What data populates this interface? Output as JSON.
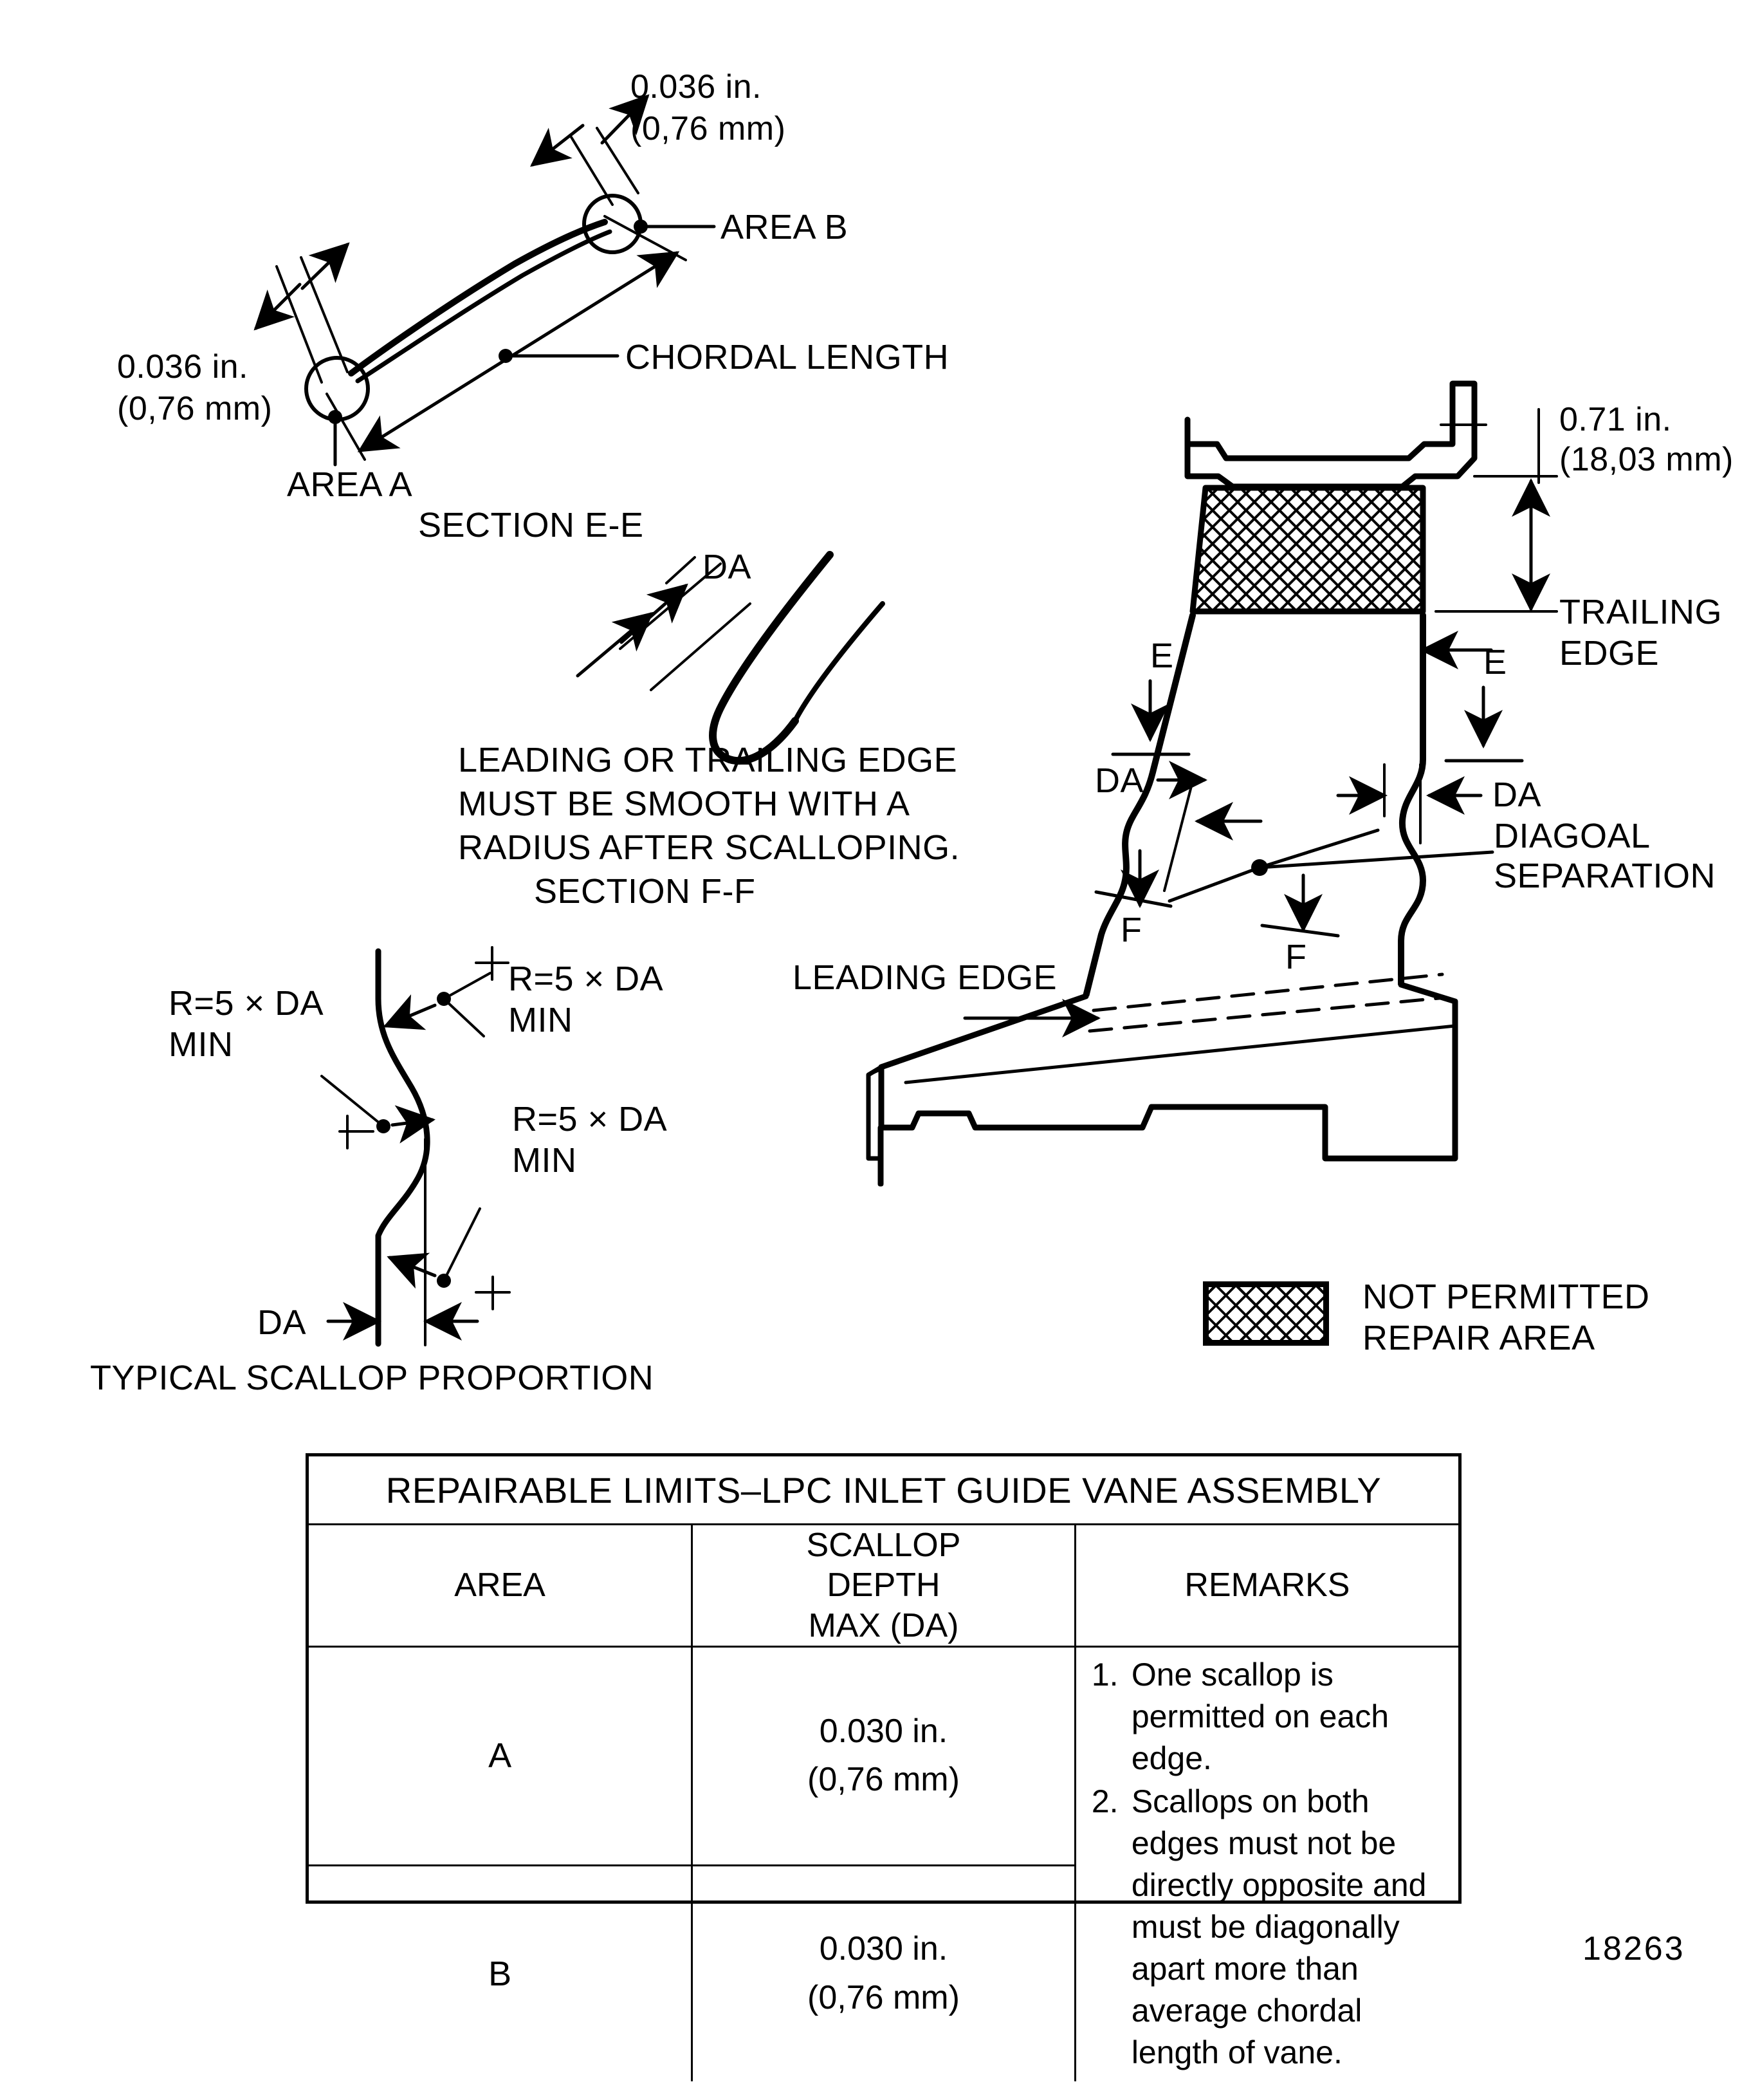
{
  "figure": {
    "number": "18263"
  },
  "section_ee": {
    "caption": "SECTION E-E",
    "area_b_label": "AREA B",
    "area_a_label": "AREA A",
    "chordal_length_label": "CHORDAL LENGTH",
    "dim_top": {
      "inch": "0.036 in.",
      "mm": "(0,76 mm)"
    },
    "dim_left": {
      "inch": "0.036 in.",
      "mm": "(0,76 mm)"
    }
  },
  "section_ff": {
    "caption": "SECTION F-F",
    "da_label": "DA",
    "note_lines": [
      "LEADING OR TRAILING EDGE",
      "MUST BE SMOOTH WITH A",
      "RADIUS AFTER SCALLOPING."
    ]
  },
  "scallop": {
    "caption": "TYPICAL SCALLOP PROPORTION",
    "radius_label_lines": [
      "R=5 × DA",
      "MIN"
    ],
    "radius_label_left_lines": [
      "R=5 × DA",
      "MIN"
    ],
    "radius_label_mid_lines": [
      "R=5 × DA",
      "MIN"
    ],
    "da_label": "DA"
  },
  "vane_assembly": {
    "height_dim": {
      "inch": "0.71 in.",
      "mm": "(18,03 mm)"
    },
    "trailing_edge_lines": [
      "TRAILING",
      "EDGE"
    ],
    "leading_edge_label": "LEADING EDGE",
    "diagonal_separation_lines": [
      "DIAGOAL",
      "SEPARATION"
    ],
    "section_marks": {
      "e_left": "E",
      "e_right": "E",
      "f_left": "F",
      "f_mid": "F"
    },
    "da_left": "DA",
    "da_right": "DA"
  },
  "legend": {
    "lines": [
      "NOT PERMITTED",
      "REPAIR AREA"
    ]
  },
  "table": {
    "title": "REPAIRABLE LIMITS–LPC INLET GUIDE VANE ASSEMBLY",
    "headers": {
      "area": "AREA",
      "depth_lines": [
        "SCALLOP",
        "DEPTH",
        "MAX  (DA)"
      ],
      "remarks": "REMARKS"
    },
    "rows": [
      {
        "area": "A",
        "depth_in": "0.030 in.",
        "depth_mm": "(0,76 mm)"
      },
      {
        "area": "B",
        "depth_in": "0.030 in.",
        "depth_mm": "(0,76 mm)"
      }
    ],
    "remarks": [
      {
        "num": "1.",
        "text": "One scallop is permitted on each edge."
      },
      {
        "num": "2.",
        "text": "Scallops on both edges must not be directly opposite and must be diagonally apart more than average chordal length of vane."
      }
    ]
  },
  "colors": {
    "ink": "#000000",
    "paper": "#ffffff"
  }
}
